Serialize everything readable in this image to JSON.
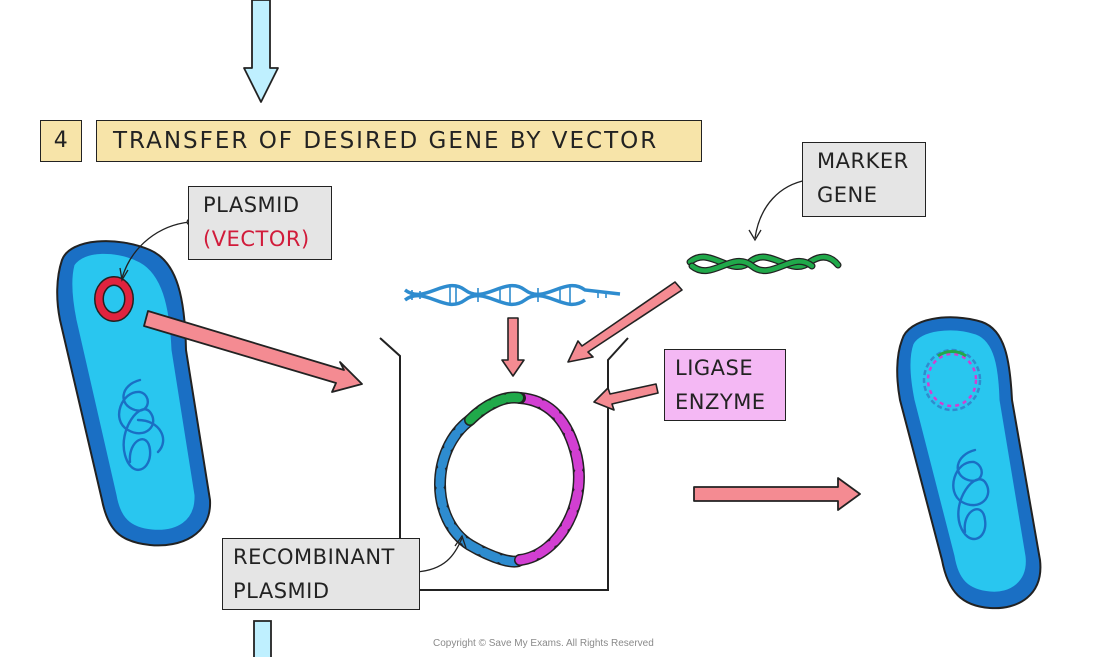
{
  "step": {
    "number": "4",
    "title": "TRANSFER OF DESIRED GENE BY VECTOR"
  },
  "labels": {
    "plasmid_line1": "PLASMID",
    "plasmid_line2": "(VECTOR)",
    "marker_line1": "MARKER",
    "marker_line2": "GENE",
    "ligase_line1": "LIGASE",
    "ligase_line2": "ENZYME",
    "recombinant_line1": "RECOMBINANT",
    "recombinant_line2": "PLASMID"
  },
  "copyright": "Copyright © Save My Exams. All Rights Reserved",
  "colors": {
    "title_bg": "#f7e4a9",
    "label_bg": "#e5e5e5",
    "ligase_bg": "#f4b8f4",
    "cell_fill": "#29c6ef",
    "cell_border": "#1a6fc4",
    "arrow_pink": "#f48b92",
    "flow_arrow": "#bff0ff",
    "dna_blue": "#2e8ccf",
    "dna_green": "#20a94a",
    "dna_magenta": "#d23fd2",
    "plasmid_red": "#e0233e"
  }
}
